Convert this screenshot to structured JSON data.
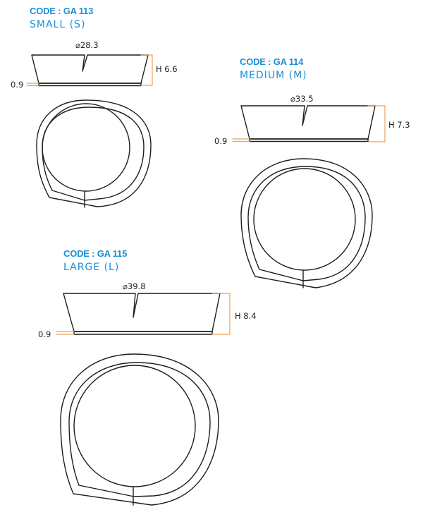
{
  "colors": {
    "accent": "#1a8fd6",
    "dimension_line": "#e8a25c",
    "outline": "#1d1d1b"
  },
  "items": [
    {
      "code": "CODE : GA 113",
      "size": "SMALL (S)",
      "diameter": "⌀28.3",
      "height": "H 6.6",
      "base": "0.9"
    },
    {
      "code": "CODE : GA 114",
      "size": "MEDIUM (M)",
      "diameter": "⌀33.5",
      "height": "H 7.3",
      "base": "0.9"
    },
    {
      "code": "CODE : GA 115",
      "size": "LARGE (L)",
      "diameter": "⌀39.8",
      "height": "H 8.4",
      "base": "0.9"
    }
  ]
}
